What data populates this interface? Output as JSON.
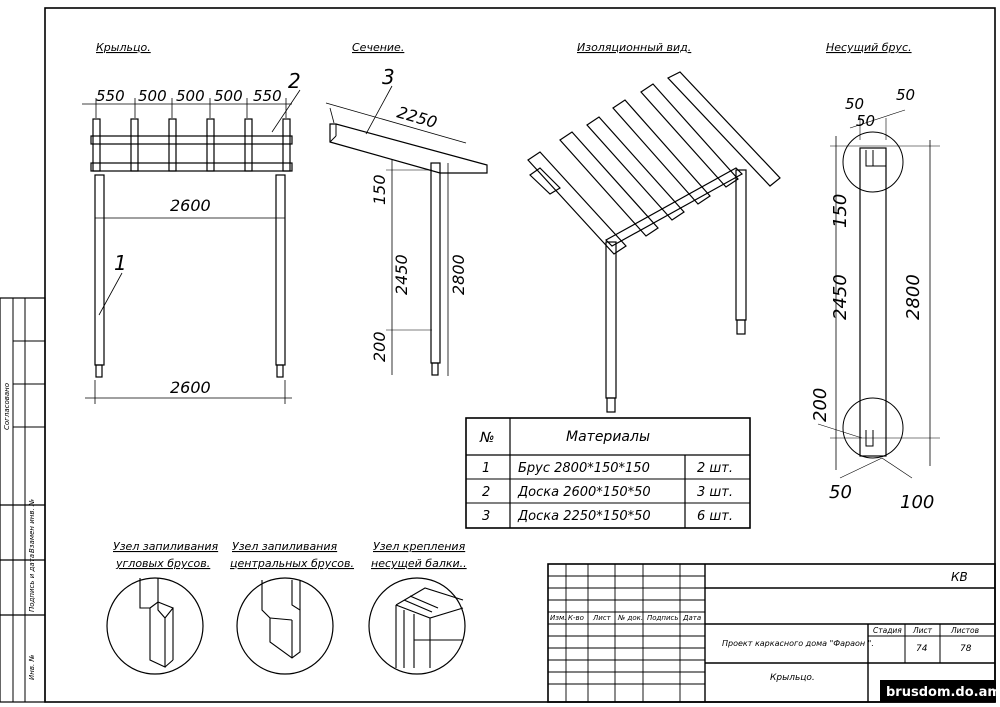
{
  "views": {
    "porch": "Крыльцо.",
    "section": "Сечение.",
    "iso": "Изоляционный вид.",
    "beam": "Несущий брус."
  },
  "porch_dims": {
    "spacing": [
      "550",
      "500",
      "500",
      "500",
      "550"
    ],
    "width_top": "2600",
    "width_bottom": "2600",
    "callout_1": "1",
    "callout_2": "2"
  },
  "section_dims": {
    "board_len": "2250",
    "d150": "150",
    "d2450": "2450",
    "d2800": "2800",
    "d200": "200",
    "callout_3": "3"
  },
  "beam_dims": {
    "a50": "50",
    "b50": "50",
    "c50": "50",
    "d150": "150",
    "d2450": "2450",
    "d2800": "2800",
    "d200": "200",
    "e50": "50",
    "f100": "100"
  },
  "materials": {
    "col_no": "№",
    "col_title": "Материалы",
    "rows": [
      {
        "n": "1",
        "name": "Брус  2800*150*150",
        "qty": "2  шт."
      },
      {
        "n": "2",
        "name": "Доска  2600*150*50",
        "qty": "3  шт."
      },
      {
        "n": "3",
        "name": "Доска  2250*150*50",
        "qty": "6  шт."
      }
    ]
  },
  "details": [
    {
      "line1": "Узел запиливания",
      "line2": "угловых брусов."
    },
    {
      "line1": "Узел запиливания",
      "line2": "центральных брусов."
    },
    {
      "line1": "Узел крепления",
      "line2": "несущей балки.."
    }
  ],
  "title_block": {
    "code": "КВ",
    "headers": [
      "Изм.",
      "К-во",
      "Лист",
      "№ док.",
      "Подпись",
      "Дата"
    ],
    "project": "Проект каркасного дома  \"Фараон \".",
    "stage_label": "Стадия",
    "sheet_label": "Лист",
    "sheets_label": "Листов",
    "sheet": "74",
    "sheets": "78",
    "name": "Крыльцо."
  },
  "side_stamp": [
    "Согласовано",
    "Взамен инв. №",
    "Подпись и дата",
    "Инв. №"
  ],
  "watermark": "brusdom.do.am"
}
